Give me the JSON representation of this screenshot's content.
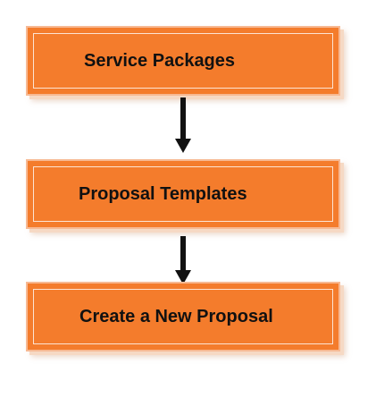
{
  "diagram": {
    "type": "flowchart",
    "orientation": "vertical",
    "colors": {
      "box_fill": "#f47c2c",
      "box_border": "#f7b993",
      "arrow": "#111111",
      "text": "#111111"
    },
    "nodes": [
      {
        "id": "service-packages",
        "label": "Service Packages"
      },
      {
        "id": "proposal-templates",
        "label": "Proposal Templates"
      },
      {
        "id": "create-new-proposal",
        "label": "Create a New Proposal"
      }
    ],
    "edges": [
      {
        "from": "service-packages",
        "to": "proposal-templates"
      },
      {
        "from": "proposal-templates",
        "to": "create-new-proposal"
      }
    ]
  }
}
